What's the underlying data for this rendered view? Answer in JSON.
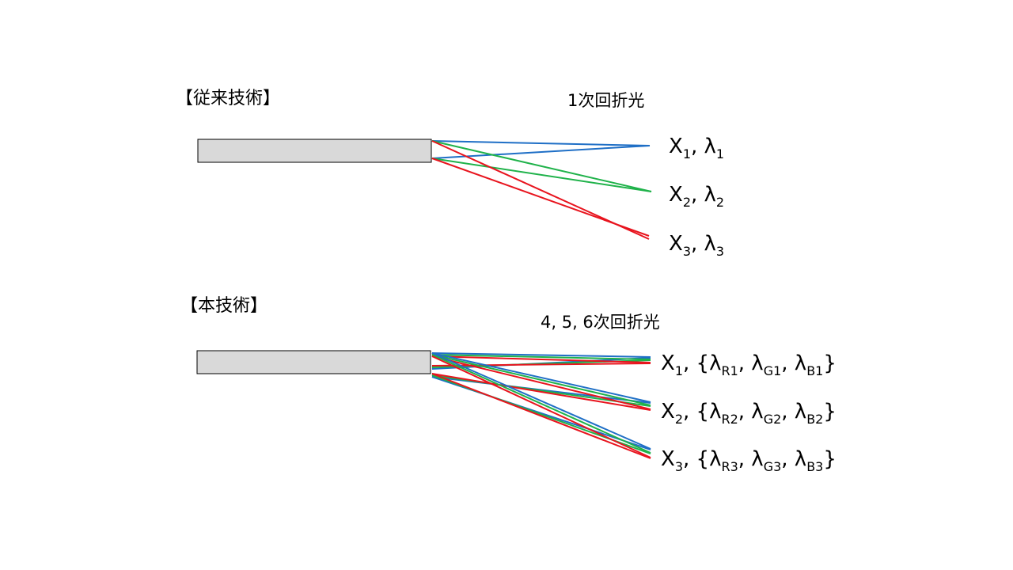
{
  "colors": {
    "red": "#e8141e",
    "green": "#1fb24a",
    "blue": "#1f6fc6",
    "bar_fill": "#d9d9d9",
    "bar_stroke": "#000000"
  },
  "prior_art": {
    "heading": "【従来技術】",
    "order_label": "1次回折光",
    "labels": [
      {
        "x": "X",
        "xsub": "1",
        "sep": ", ",
        "lambda": "λ",
        "lsub": "1"
      },
      {
        "x": "X",
        "xsub": "2",
        "sep": ", ",
        "lambda": "λ",
        "lsub": "2"
      },
      {
        "x": "X",
        "xsub": "3",
        "sep": ", ",
        "lambda": "λ",
        "lsub": "3"
      }
    ]
  },
  "present": {
    "heading": "【本技術】",
    "order_label": "4, 5, 6次回折光",
    "labels": [
      {
        "x": "X",
        "xsub": "1",
        "open": ", {",
        "r": "λ",
        "rsub": "R1",
        "g": ", λ",
        "gsub": "G1",
        "b": ", λ",
        "bsub": "B1",
        "close": "}"
      },
      {
        "x": "X",
        "xsub": "2",
        "open": ", {",
        "r": "λ",
        "rsub": "R2",
        "g": ", λ",
        "gsub": "G2",
        "b": ", λ",
        "bsub": "B2",
        "close": "}"
      },
      {
        "x": "X",
        "xsub": "3",
        "open": ", {",
        "r": "λ",
        "rsub": "R3",
        "g": ", λ",
        "gsub": "G3",
        "b": ", λ",
        "bsub": "B3",
        "close": "}"
      }
    ]
  }
}
